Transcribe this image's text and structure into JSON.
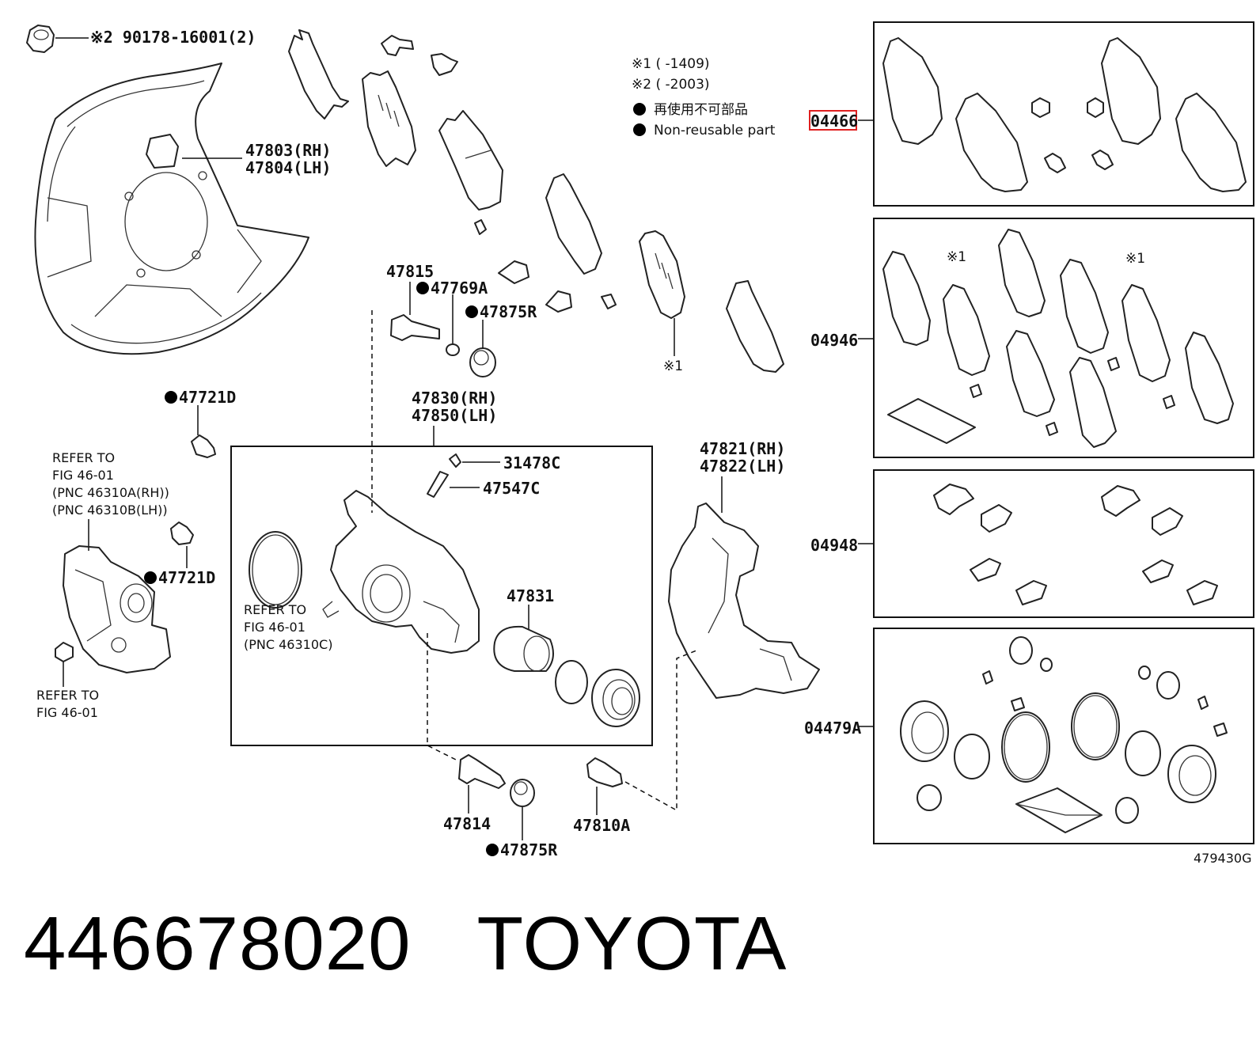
{
  "legend": {
    "note1": "※1 (      -1409)",
    "note2": "※2 (      -2003)",
    "ja": "再使用不可部品",
    "en": "Non-reusable part"
  },
  "labels": {
    "nut_top": "※2 90178-16001(2)",
    "dust_cover_rh": "47803(RH)",
    "dust_cover_lh": "47804(LH)",
    "pin_47815": "47815",
    "bush_47769a": "47769A",
    "boot_47875r_a": "47875R",
    "bolt_47721d_a": "47721D",
    "bolt_47721d_b": "47721D",
    "caliper_rh": "47830(RH)",
    "caliper_lh": "47850(LH)",
    "cap_31478c": "31478C",
    "bleeder_47547c": "47547C",
    "piston_47831": "47831",
    "mount_rh": "47821(RH)",
    "mount_lh": "47822(LH)",
    "pin_47814": "47814",
    "bolt_47810a": "47810A",
    "boot_47875r_b": "47875R",
    "refer1_l1": "REFER TO",
    "refer1_l2": "FIG 46-01",
    "refer1_l3": "(PNC 46310A(RH))",
    "refer1_l4": "(PNC 46310B(LH))",
    "refer2_l1": "REFER TO",
    "refer2_l2": "FIG 46-01",
    "refer2_l3": "(PNC 46310C)",
    "refer3_l1": "REFER TO",
    "refer3_l2": "FIG 46-01",
    "mark1_a": "※1",
    "mark1_b": "※1",
    "mark1_c": "※1",
    "kit_04466": "04466",
    "kit_04946": "04946",
    "kit_04948": "04948",
    "kit_04479a": "04479A",
    "figure_id": "479430G"
  },
  "caption": {
    "part_number": "446678020",
    "brand": "TOYOTA"
  },
  "colors": {
    "highlight": "#e02020",
    "line": "#222222"
  }
}
